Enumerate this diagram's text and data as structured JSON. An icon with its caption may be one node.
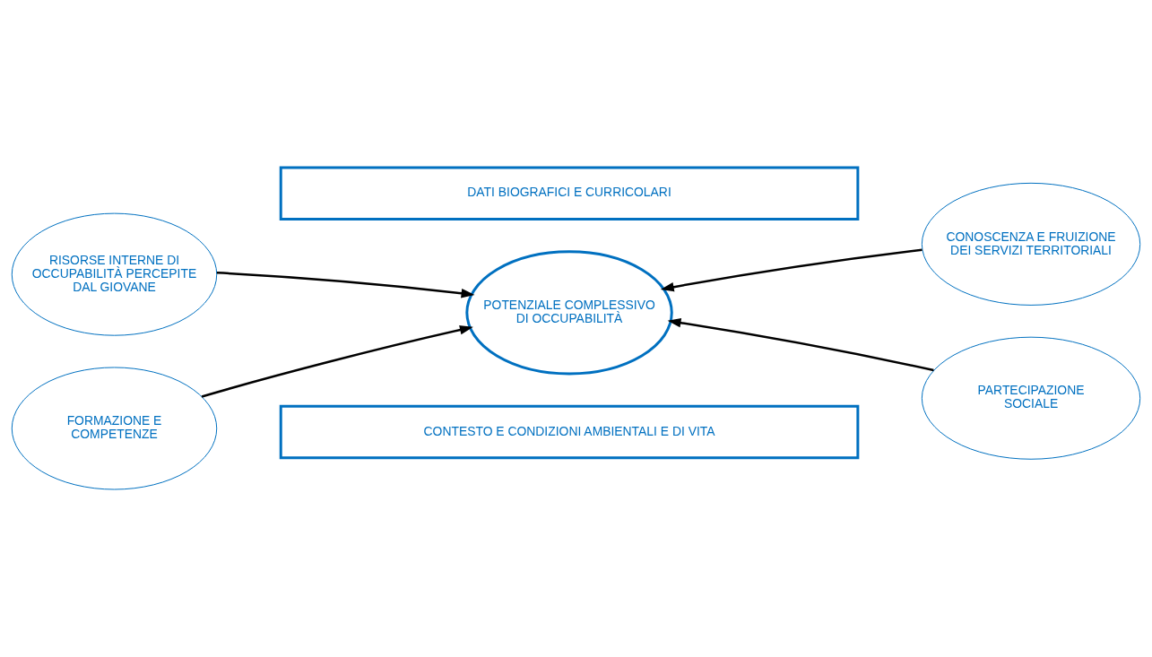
{
  "diagram": {
    "nodes": [
      {
        "text": [
          "DATI BIOGRAFICI E CURRICOLARI"
        ]
      },
      {
        "text": [
          "RISORSE INTERNE DI OCCUPABILITÀ PERCEPITE DAL GIOVANE"
        ]
      },
      {
        "text": [
          "POTENZIALE COMPLESSIVO DI OCCUPABILITÀ"
        ]
      },
      {
        "text": [
          "CONOSCENZA E FRUIZIONE DEI SERVIZI TERRITORIALI"
        ]
      },
      {
        "text": [
          "FORMAZIONE E COMPETENZE"
        ]
      },
      {
        "text": [
          "PARTECIPAZIONE SOCIALE"
        ]
      },
      {
        "text": [
          "CONTESTO E CONDIZIONI AMBIENTALI E DI VITA"
        ]
      }
    ],
    "edges": [
      {
        "from": 1,
        "to": 2,
        "arrow": "to"
      },
      {
        "from": 3,
        "to": 2,
        "arrow": "to"
      },
      {
        "from": 4,
        "to": 2,
        "arrow": "to"
      },
      {
        "from": 5,
        "to": 2,
        "arrow": "to"
      }
    ]
  }
}
